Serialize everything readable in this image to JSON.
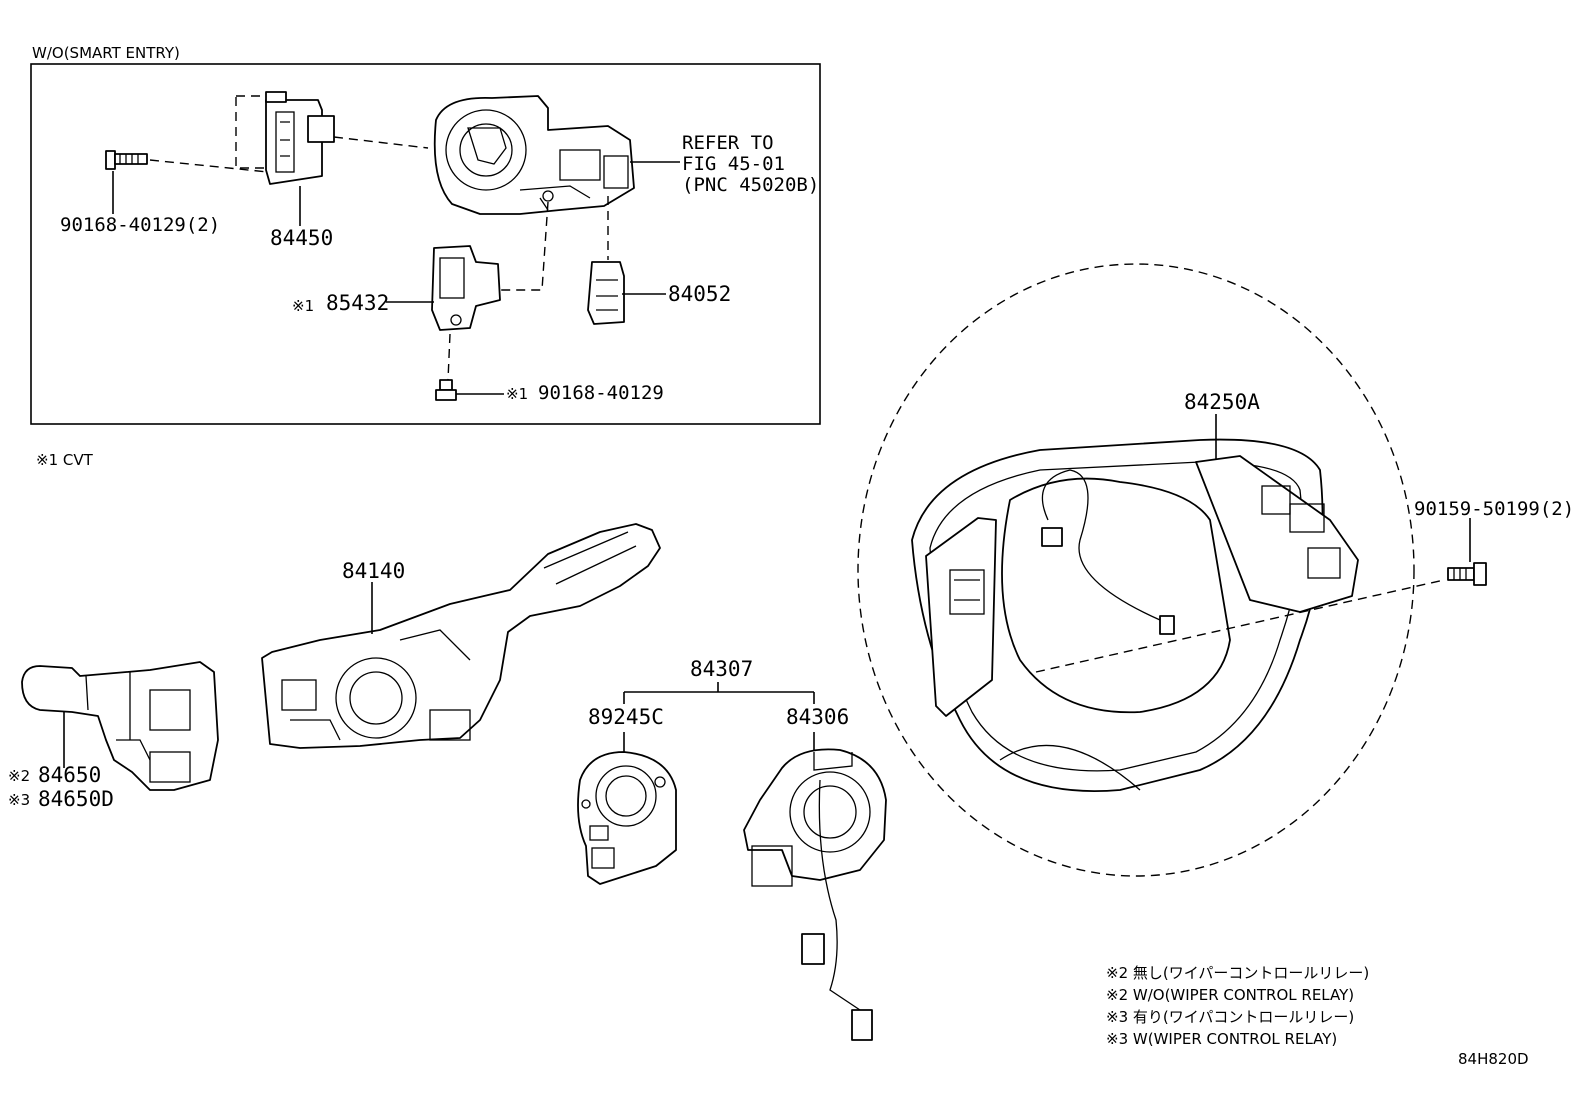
{
  "inset": {
    "title": "W/O(SMART ENTRY)",
    "refer": [
      "REFER TO",
      "FIG 45-01",
      "(PNC 45020B)"
    ],
    "labels": {
      "bolt_qty": "90168-40129(2)",
      "switch": "84450",
      "marker_85432": "※1",
      "sensor": "85432",
      "connector": "84052",
      "marker_screw": "※1",
      "screw": "90168-40129"
    }
  },
  "cvt_note": "※1 CVT",
  "parts": {
    "combo_switch": "84140",
    "wiper_marker_a": "※2",
    "wiper_a": "84650",
    "wiper_marker_b": "※3",
    "wiper_b": "84650D",
    "spiral_assy": "84307",
    "angle_sensor": "89245C",
    "spiral_cable": "84306",
    "steering_switch": "84250A",
    "screw_qty": "90159-50199(2)"
  },
  "notes": [
    "※2 無し(ワイパーコントロールリレー)",
    "※2 W/O(WIPER CONTROL RELAY)",
    "※3 有り(ワイパコントロールリレー)",
    "※3 W(WIPER CONTROL RELAY)"
  ],
  "figure_code": "84H820D"
}
